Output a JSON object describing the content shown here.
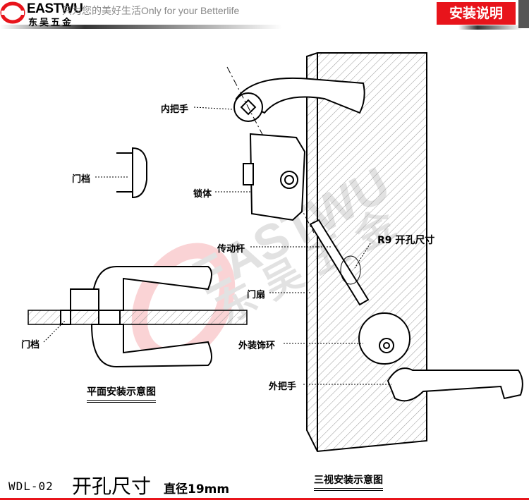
{
  "header": {
    "brand": "EASTWU",
    "brand_cn": "东吴五金",
    "slogan": "只为您的美好生活Only for your Betterlife",
    "badge": "安装说明"
  },
  "labels": {
    "inner_handle": "内把手",
    "door_stop_top": "门档",
    "lock_body": "锁体",
    "drive_rod": "传动杆",
    "hole_size": "R9 开孔尺寸",
    "door_leaf": "门扇",
    "outer_ring": "外装饰环",
    "outer_handle": "外把手",
    "door_stop_left": "门档"
  },
  "captions": {
    "plan": "平面安装示意图",
    "three_view": "三视安装示意图"
  },
  "footer": {
    "model": "WDL-02",
    "hole_title": "开孔尺寸",
    "hole_detail": "直径19mm"
  },
  "watermark": "EASTWU 东吴五金",
  "colors": {
    "accent": "#e8141b"
  }
}
